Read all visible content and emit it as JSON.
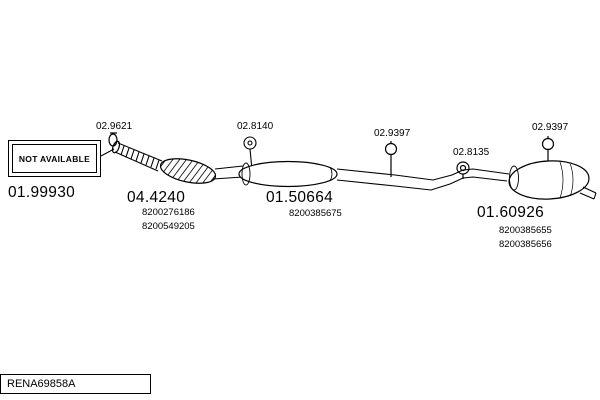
{
  "diagram": {
    "code": "RENA69858A",
    "not_available": "NOT AVAILABLE",
    "callouts": {
      "clamp_front": "02.9621",
      "front_pipe": "01.99930",
      "catalyst": "04.4240",
      "catalyst_oem": [
        "8200276186",
        "8200549205"
      ],
      "hanger_mid": "02.8140",
      "mid_silencer": "01.50664",
      "mid_silencer_oem": [
        "8200385675"
      ],
      "hanger_1": "02.9397",
      "hanger_2": "02.8135",
      "hanger_3": "02.9397",
      "rear_silencer": "01.60926",
      "rear_silencer_oem": [
        "8200385655",
        "8200385656"
      ]
    }
  }
}
